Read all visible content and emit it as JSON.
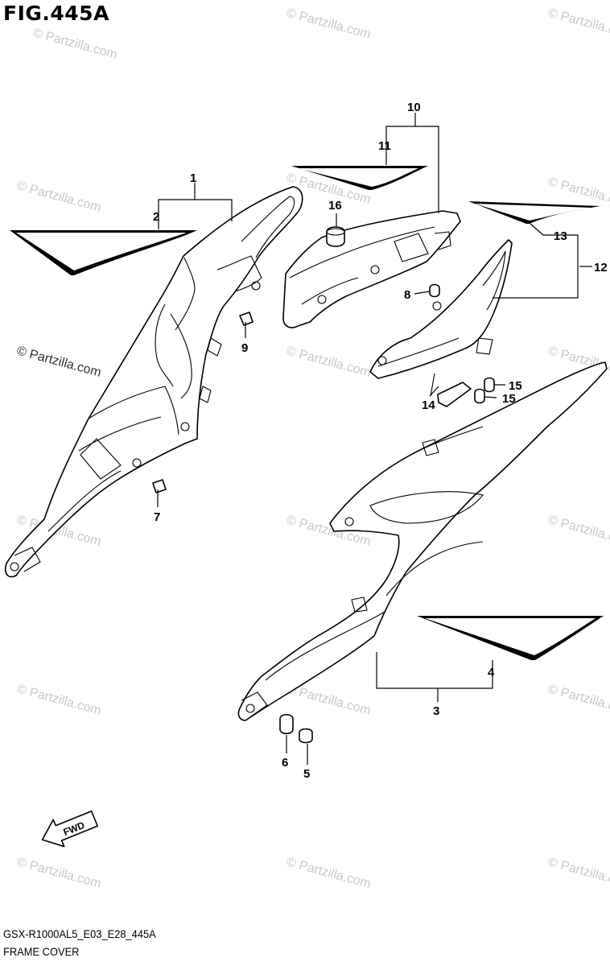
{
  "figure": {
    "title": "FIG.445A",
    "model_code": "GSX-R1000AL5_E03_E28_445A",
    "section": "FRAME COVER"
  },
  "fwd_arrow_label": "FWD",
  "watermark_text": "© Partzilla.com",
  "watermark_prominent": "© Partzilla.com",
  "callouts": {
    "c1": "1",
    "c2": "2",
    "c3": "3",
    "c4": "4",
    "c5": "5",
    "c6": "6",
    "c7": "7",
    "c8": "8",
    "c9": "9",
    "c10": "10",
    "c11": "11",
    "c12": "12",
    "c13": "13",
    "c14": "14",
    "c15a": "15",
    "c15b": "15",
    "c16": "16"
  },
  "colors": {
    "line": "#000000",
    "watermark": "#c8c8c8",
    "background": "#ffffff"
  }
}
